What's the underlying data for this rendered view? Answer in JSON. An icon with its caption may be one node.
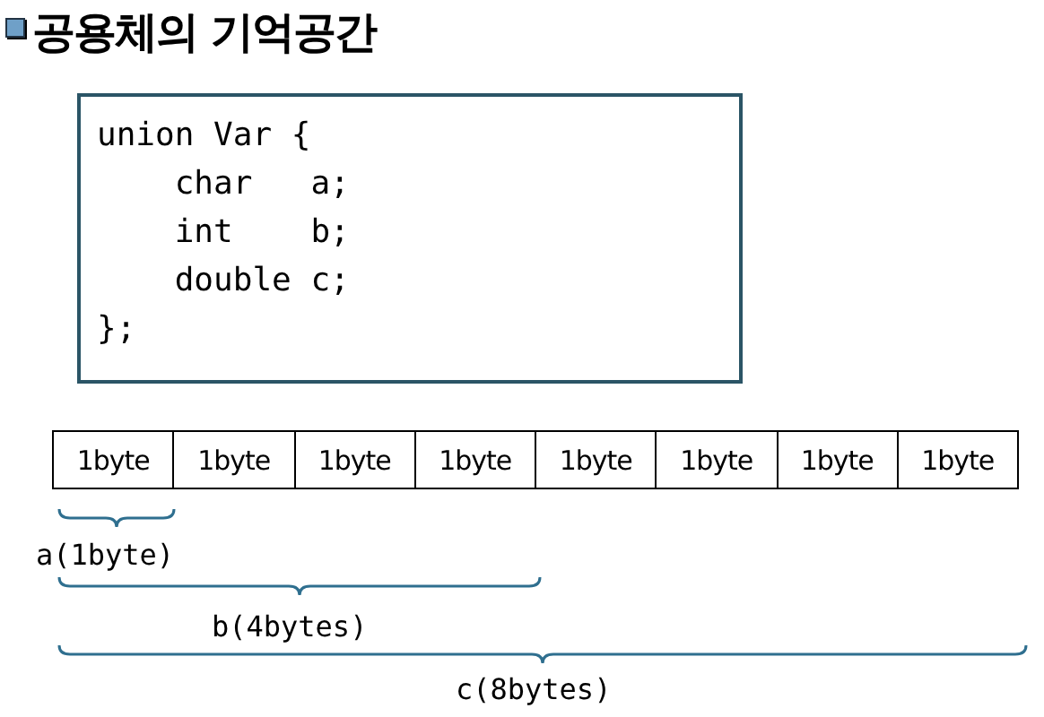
{
  "diagram": {
    "title": "공용체의 기억공간",
    "nodes": [
      {
        "text": [
          "union Var {",
          "    char   a;",
          "    int    b;",
          "    double c;",
          "};"
        ]
      },
      {
        "text": [
          "1byte"
        ]
      },
      {
        "text": [
          "1byte"
        ]
      },
      {
        "text": [
          "1byte"
        ]
      },
      {
        "text": [
          "1byte"
        ]
      },
      {
        "text": [
          "1byte"
        ]
      },
      {
        "text": [
          "1byte"
        ]
      },
      {
        "text": [
          "1byte"
        ]
      },
      {
        "text": [
          "1byte"
        ]
      }
    ],
    "labels": [
      "a(1byte)",
      "b(4bytes)",
      "c(8bytes)"
    ]
  }
}
